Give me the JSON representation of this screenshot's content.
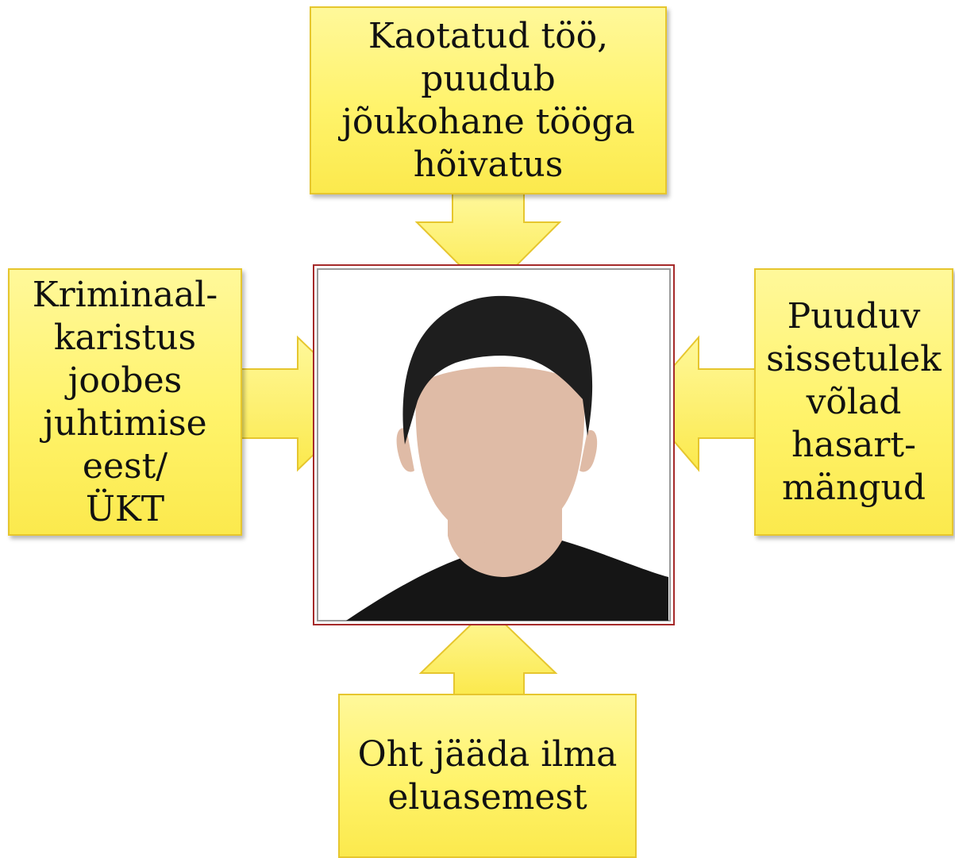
{
  "callouts": {
    "top": {
      "lines": [
        "Kaotatud töö,",
        "puudub",
        "jõukohane tööga",
        "hõivatus"
      ]
    },
    "left": {
      "lines": [
        "Kriminaal-",
        "karistus",
        "joobes",
        "juhtimise",
        "eest/",
        "ÜKT"
      ]
    },
    "right": {
      "lines": [
        "Puuduv",
        "sissetulek",
        "võlad",
        "hasart-",
        "mängud"
      ]
    },
    "bottom": {
      "lines": [
        "Oht jääda ilma",
        "eluasemest"
      ]
    }
  },
  "colors": {
    "callout_fill": "#fff36a",
    "callout_border": "#e6c62e",
    "frame_border": "#a52a2a",
    "hair": "#1e1e1e",
    "skin": "#dfbba6",
    "shirt": "#151515"
  }
}
